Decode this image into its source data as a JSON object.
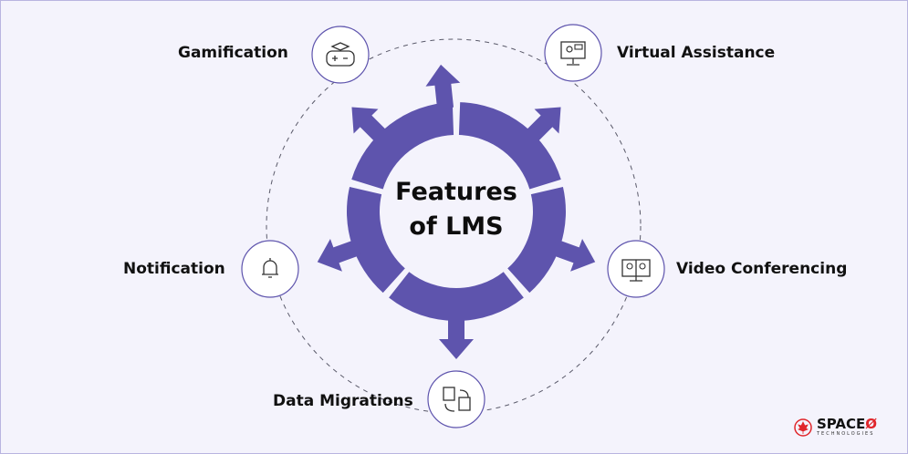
{
  "center": {
    "line1": "Features",
    "line2": "of LMS"
  },
  "features": [
    {
      "label": "Gamification",
      "icon": "game-controller-graduation-icon"
    },
    {
      "label": "Virtual Assistance",
      "icon": "monitor-chat-icon"
    },
    {
      "label": "Notification",
      "icon": "bell-icon"
    },
    {
      "label": "Video Conferencing",
      "icon": "video-call-monitor-icon"
    },
    {
      "label": "Data Migrations",
      "icon": "data-transfer-icon"
    }
  ],
  "logo": {
    "name": "SPACE",
    "mark": "Ø",
    "subtitle": "TECHNOLOGIES"
  },
  "colors": {
    "ring": "#5e54ad",
    "background": "#f4f3fc",
    "icon_border": "#5e54ad",
    "logo_red": "#e0262b"
  }
}
